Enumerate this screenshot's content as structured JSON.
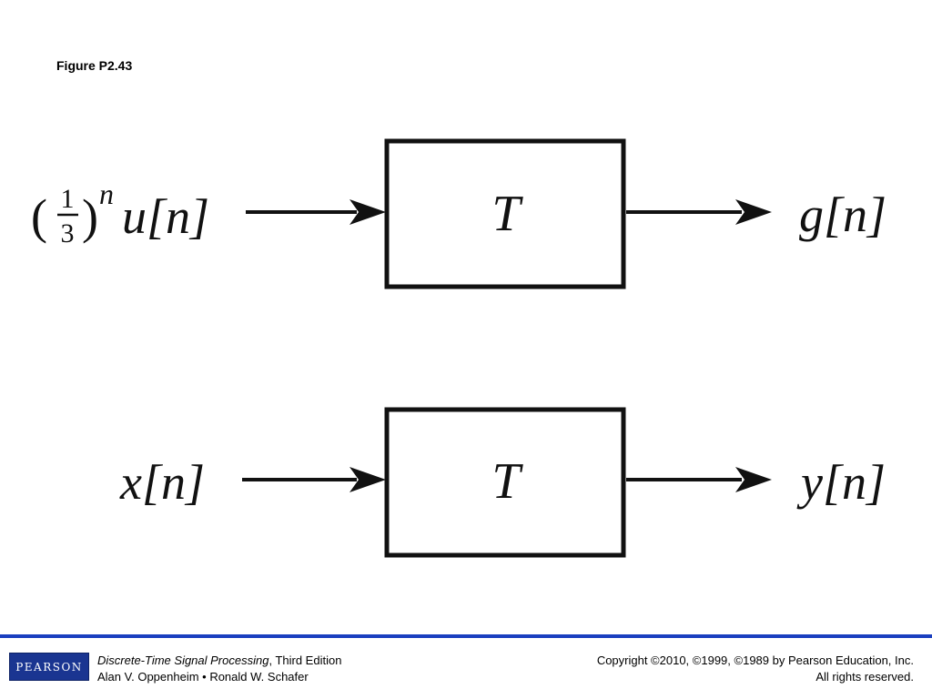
{
  "figure": {
    "label": "Figure P2.43"
  },
  "diagram": {
    "top": {
      "input": {
        "numerator": "1",
        "denominator": "3",
        "exponent": "n",
        "signal": "u[n]"
      },
      "block": "T",
      "output": "g[n]"
    },
    "bottom": {
      "input": "x[n]",
      "block": "T",
      "output": "y[n]"
    }
  },
  "footer": {
    "logo": "PEARSON",
    "book_title": "Discrete-Time Signal Processing",
    "edition": ", Third Edition",
    "authors": "Alan V. Oppenheim • Ronald W. Schafer",
    "copyright": "Copyright ©2010, ©1999, ©1989 by Pearson Education, Inc.",
    "rights": "All rights reserved."
  }
}
